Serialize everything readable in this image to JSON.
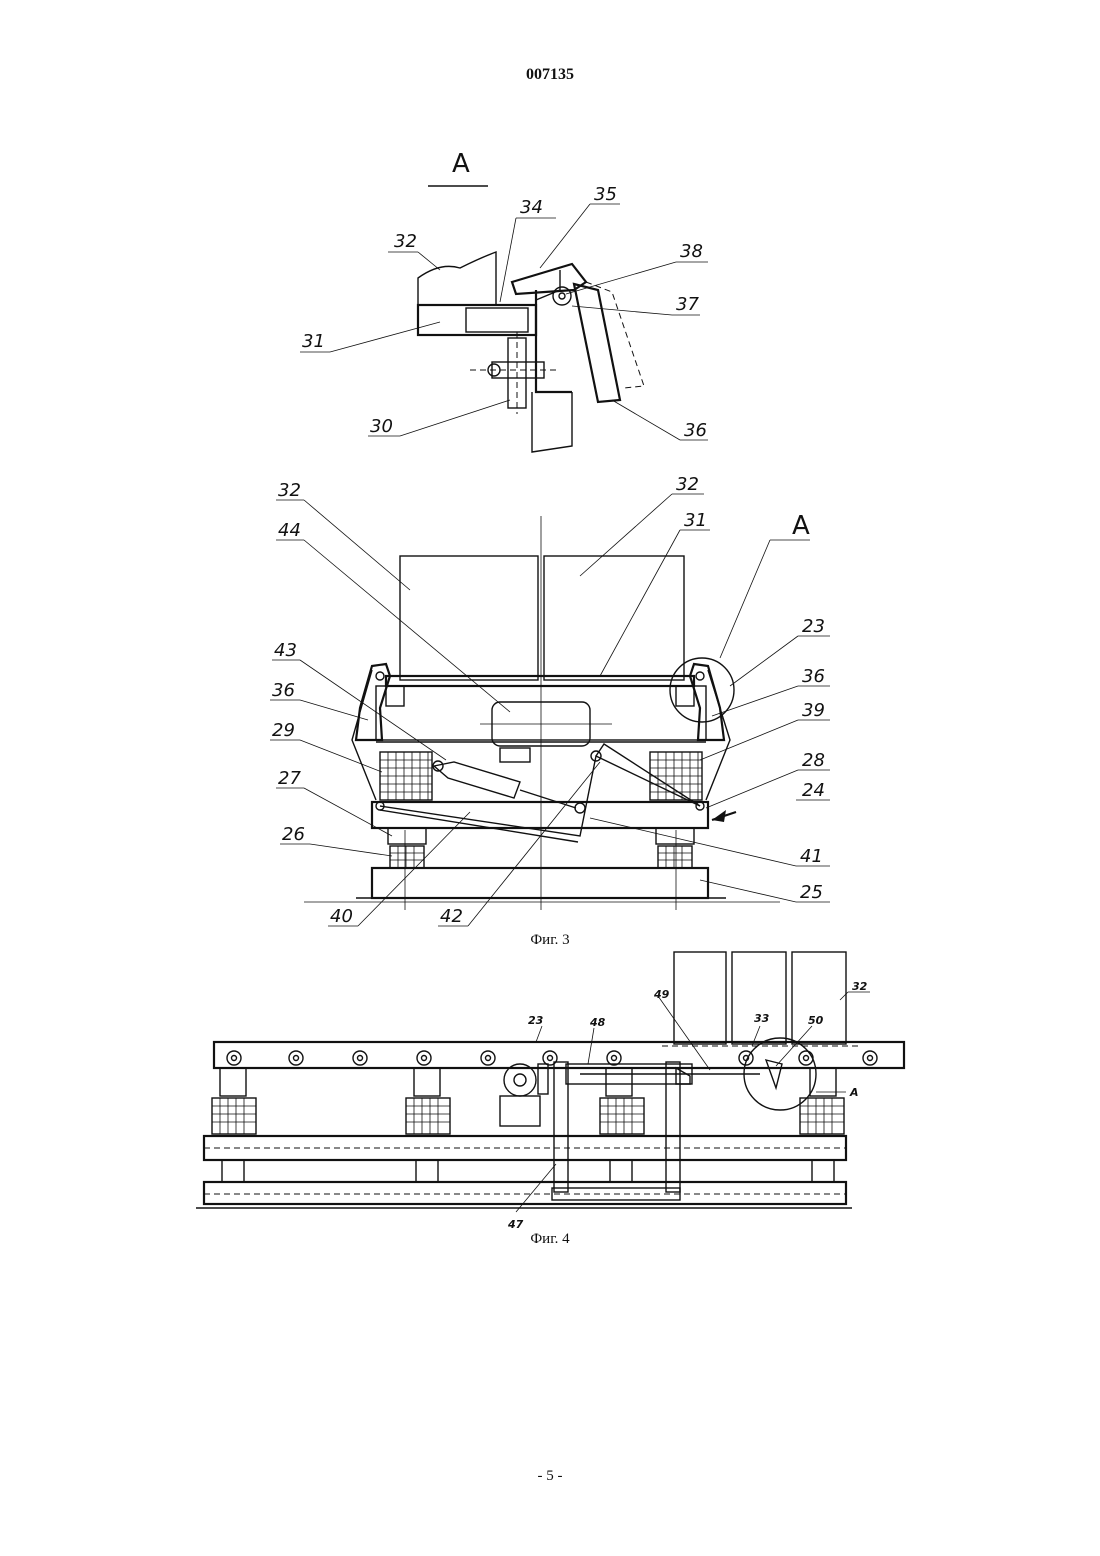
{
  "doc_number": "007135",
  "view_a": {
    "title": "А",
    "labels": {
      "l32": "32",
      "l34": "34",
      "l35": "35",
      "l38": "38",
      "l37": "37",
      "l31": "31",
      "l30": "30",
      "l36": "36"
    }
  },
  "fig3": {
    "caption": "Фиг. 3",
    "view_marker": "А",
    "labels": {
      "l32a": "32",
      "l32b": "32",
      "l44": "44",
      "l31": "31",
      "l43": "43",
      "l23": "23",
      "l36a": "36",
      "l36b": "36",
      "l29": "29",
      "l39": "39",
      "l27": "27",
      "l28": "28",
      "l24": "24",
      "l26": "26",
      "l41": "41",
      "l25": "25",
      "l40": "40",
      "l42": "42"
    }
  },
  "fig4": {
    "caption": "Фиг. 4",
    "labels": {
      "l32": "32",
      "l49": "49",
      "l23": "23",
      "l48": "48",
      "l33": "33",
      "l50": "50",
      "lA": "А",
      "l47": "47"
    }
  },
  "page_number": "- 5 -"
}
